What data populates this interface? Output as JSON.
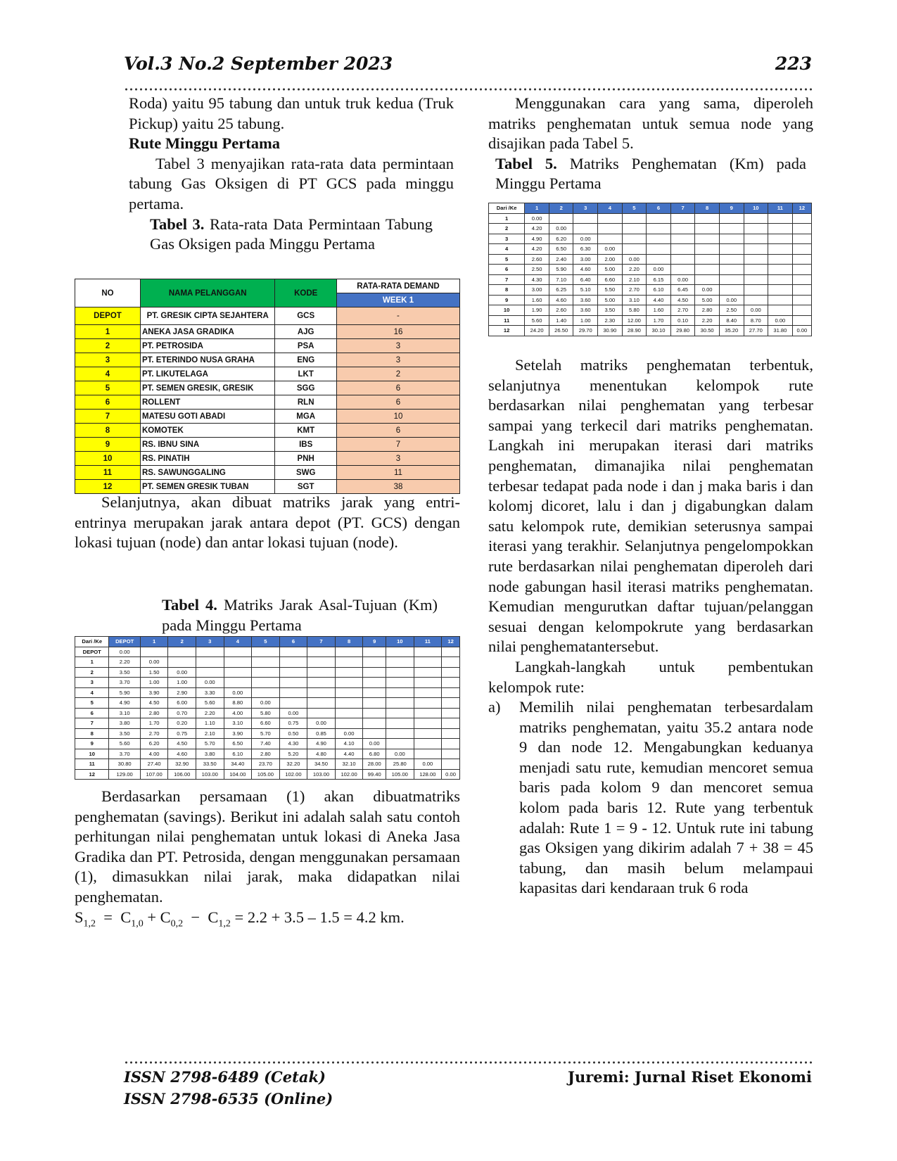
{
  "header": {
    "left": "Vol.3 No.2 September 2023",
    "right": "223"
  },
  "left_col": {
    "p1": "Roda) yaitu 95 tabung dan untuk truk kedua (Truk Pickup) yaitu 25 tabung.",
    "heading": "Rute Minggu  Pertama",
    "p2": "Tabel 3 menyajikan rata-rata data permintaan tabung Gas Oksigen di PT GCS pada minggu pertama.",
    "t3_cap_b": "Tabel 3.",
    "t3_cap": " Rata-rata Data Permintaan Tabung Gas Oksigen pada Minggu Pertama",
    "p3": "Selanjutnya, akan dibuat matriks jarak yang entri-entrinya merupakan jarak antara depot (PT. GCS) dengan lokasi tujuan (node) dan antar lokasi tujuan (node).",
    "t4_cap_b": "Tabel 4.",
    "t4_cap": " Matriks Jarak Asal-Tujuan (Km) pada Minggu Pertama",
    "p4a": "Berdasarkan persamaan (1) akan dibuatmatriks penghematan (savings). Berikut ini adalah salah satu contoh perhitungan nilai penghematan untuk lokasi di Aneka Jasa Gradika dan PT. Petrosida, dengan menggunakan persamaan (1), dimasukkan nilai jarak, maka didapatkan nilai penghematan.",
    "p4_formula": "S1,2 = C1,0 + C0,2 − C1,2 = 2.2 + 3.5 – 1.5 = 4.2 km."
  },
  "table3": {
    "headers": [
      "NO",
      "NAMA PELANGGAN",
      "KODE",
      "RATA-RATA DEMAND",
      "WEEK 1"
    ],
    "rows": [
      [
        "DEPOT",
        "PT. GRESIK CIPTA SEJAHTERA",
        "GCS",
        "-"
      ],
      [
        "1",
        "ANEKA JASA GRADIKA",
        "AJG",
        "16"
      ],
      [
        "2",
        "PT. PETROSIDA",
        "PSA",
        "3"
      ],
      [
        "3",
        "PT. ETERINDO NUSA GRAHA",
        "ENG",
        "3"
      ],
      [
        "4",
        "PT. LIKUTELAGA",
        "LKT",
        "2"
      ],
      [
        "5",
        "PT. SEMEN GRESIK, GRESIK",
        "SGG",
        "6"
      ],
      [
        "6",
        "ROLLENT",
        "RLN",
        "6"
      ],
      [
        "7",
        "MATESU GOTI ABADI",
        "MGA",
        "10"
      ],
      [
        "8",
        "KOMOTEK",
        "KMT",
        "6"
      ],
      [
        "9",
        "RS. IBNU SINA",
        "IBS",
        "7"
      ],
      [
        "10",
        "RS. PINATIH",
        "PNH",
        "3"
      ],
      [
        "11",
        "RS. SAWUNGGALING",
        "SWG",
        "11"
      ],
      [
        "12",
        "PT. SEMEN GRESIK TUBAN",
        "SGT",
        "38"
      ]
    ]
  },
  "table4": {
    "header": [
      "Dari /Ke",
      "DEPOT",
      "1",
      "2",
      "3",
      "4",
      "5",
      "6",
      "7",
      "8",
      "9",
      "10",
      "11",
      "12"
    ],
    "rows": [
      [
        "DEPOT",
        "0.00"
      ],
      [
        "1",
        "2.20",
        "0.00"
      ],
      [
        "2",
        "3.50",
        "1.50",
        "0.00"
      ],
      [
        "3",
        "3.70",
        "1.00",
        "1.00",
        "0.00"
      ],
      [
        "4",
        "5.90",
        "3.90",
        "2.90",
        "3.30",
        "0.00"
      ],
      [
        "5",
        "4.90",
        "4.50",
        "6.00",
        "5.60",
        "8.80",
        "0.00"
      ],
      [
        "6",
        "3.10",
        "2.80",
        "0.70",
        "2.20",
        "4.00",
        "5.80",
        "0.00"
      ],
      [
        "7",
        "3.80",
        "1.70",
        "0.20",
        "1.10",
        "3.10",
        "6.60",
        "0.75",
        "0.00"
      ],
      [
        "8",
        "3.50",
        "2.70",
        "0.75",
        "2.10",
        "3.90",
        "5.70",
        "0.50",
        "0.85",
        "0.00"
      ],
      [
        "9",
        "5.60",
        "6.20",
        "4.50",
        "5.70",
        "6.50",
        "7.40",
        "4.30",
        "4.90",
        "4.10",
        "0.00"
      ],
      [
        "10",
        "3.70",
        "4.00",
        "4.60",
        "3.80",
        "6.10",
        "2.80",
        "5.20",
        "4.80",
        "4.40",
        "6.80",
        "0.00"
      ],
      [
        "11",
        "30.80",
        "27.40",
        "32.90",
        "33.50",
        "34.40",
        "23.70",
        "32.20",
        "34.50",
        "32.10",
        "28.00",
        "25.80",
        "0.00"
      ],
      [
        "12",
        "129.00",
        "107.00",
        "106.00",
        "103.00",
        "104.00",
        "105.00",
        "102.00",
        "103.00",
        "102.00",
        "99.40",
        "105.00",
        "128.00",
        "0.00"
      ]
    ]
  },
  "right_col": {
    "p1": "Menggunakan cara yang sama, diperoleh matriks penghematan untuk semua node yang disajikan pada Tabel 5.",
    "t5_cap_b": "Tabel 5.",
    "t5_cap": " Matriks Penghematan (Km) pada Minggu Pertama",
    "p2": "Setelah matriks penghematan terbentuk, selanjutnya menentukan kelompok rute berdasarkan nilai penghematan yang terbesar sampai yang terkecil dari matriks penghematan. Langkah ini merupakan iterasi dari matriks penghematan, dimanajika nilai penghematan terbesar tedapat pada node i dan j maka baris i dan kolomj dicoret, lalu i dan j digabungkan dalam satu kelompok rute, demikian seterusnya sampai iterasi yang terakhir. Selanjutnya pengelompokkan rute berdasarkan nilai penghematan diperoleh dari node gabungan hasil iterasi matriks penghematan. Kemudian mengurutkan daftar tujuan/pelanggan sesuai dengan kelompokrute yang berdasarkan nilai penghematantersebut.",
    "p3": "Langkah-langkah untuk pembentukan kelompok rute:",
    "a_label": "a)",
    "a_text": "Memilih nilai penghematan terbesardalam matriks penghematan, yaitu 35.2 antara node 9 dan node 12. Mengabungkan keduanya menjadi satu rute, kemudian mencoret semua baris pada kolom 9 dan mencoret semua kolom pada baris 12. Rute yang terbentuk adalah: Rute 1 = 9 - 12. Untuk rute ini tabung gas Oksigen yang dikirim adalah 7 + 38 = 45 tabung, dan masih belum melampaui kapasitas dari kendaraan truk 6 roda"
  },
  "table5": {
    "header": [
      "Dari /Ke",
      "1",
      "2",
      "3",
      "4",
      "5",
      "6",
      "7",
      "8",
      "9",
      "10",
      "11",
      "12"
    ],
    "rows": [
      [
        "1",
        "0.00"
      ],
      [
        "2",
        "4.20",
        "0.00"
      ],
      [
        "3",
        "4.90",
        "6.20",
        "0.00"
      ],
      [
        "4",
        "4.20",
        "6.50",
        "6.30",
        "0.00"
      ],
      [
        "5",
        "2.60",
        "2.40",
        "3.00",
        "2.00",
        "0.00"
      ],
      [
        "6",
        "2.50",
        "5.90",
        "4.60",
        "5.00",
        "2.20",
        "0.00"
      ],
      [
        "7",
        "4.30",
        "7.10",
        "6.40",
        "6.60",
        "2.10",
        "6.15",
        "0.00"
      ],
      [
        "8",
        "3.00",
        "6.25",
        "5.10",
        "5.50",
        "2.70",
        "6.10",
        "6.45",
        "0.00"
      ],
      [
        "9",
        "1.60",
        "4.60",
        "3.60",
        "5.00",
        "3.10",
        "4.40",
        "4.50",
        "5.00",
        "0.00"
      ],
      [
        "10",
        "1.90",
        "2.60",
        "3.60",
        "3.50",
        "5.80",
        "1.60",
        "2.70",
        "2.80",
        "2.50",
        "0.00"
      ],
      [
        "11",
        "5.60",
        "1.40",
        "1.00",
        "2.30",
        "12.00",
        "1.70",
        "0.10",
        "2.20",
        "8.40",
        "8.70",
        "0.00"
      ],
      [
        "12",
        "24.20",
        "26.50",
        "29.70",
        "30.90",
        "28.90",
        "30.10",
        "29.80",
        "30.50",
        "35.20",
        "27.70",
        "31.80",
        "0.00"
      ]
    ]
  },
  "footer": {
    "issn_print": "ISSN 2798-6489 (Cetak)",
    "issn_online": "ISSN 2798-6535 (Online)",
    "journal": "Juremi: Jurnal Riset Ekonomi"
  }
}
